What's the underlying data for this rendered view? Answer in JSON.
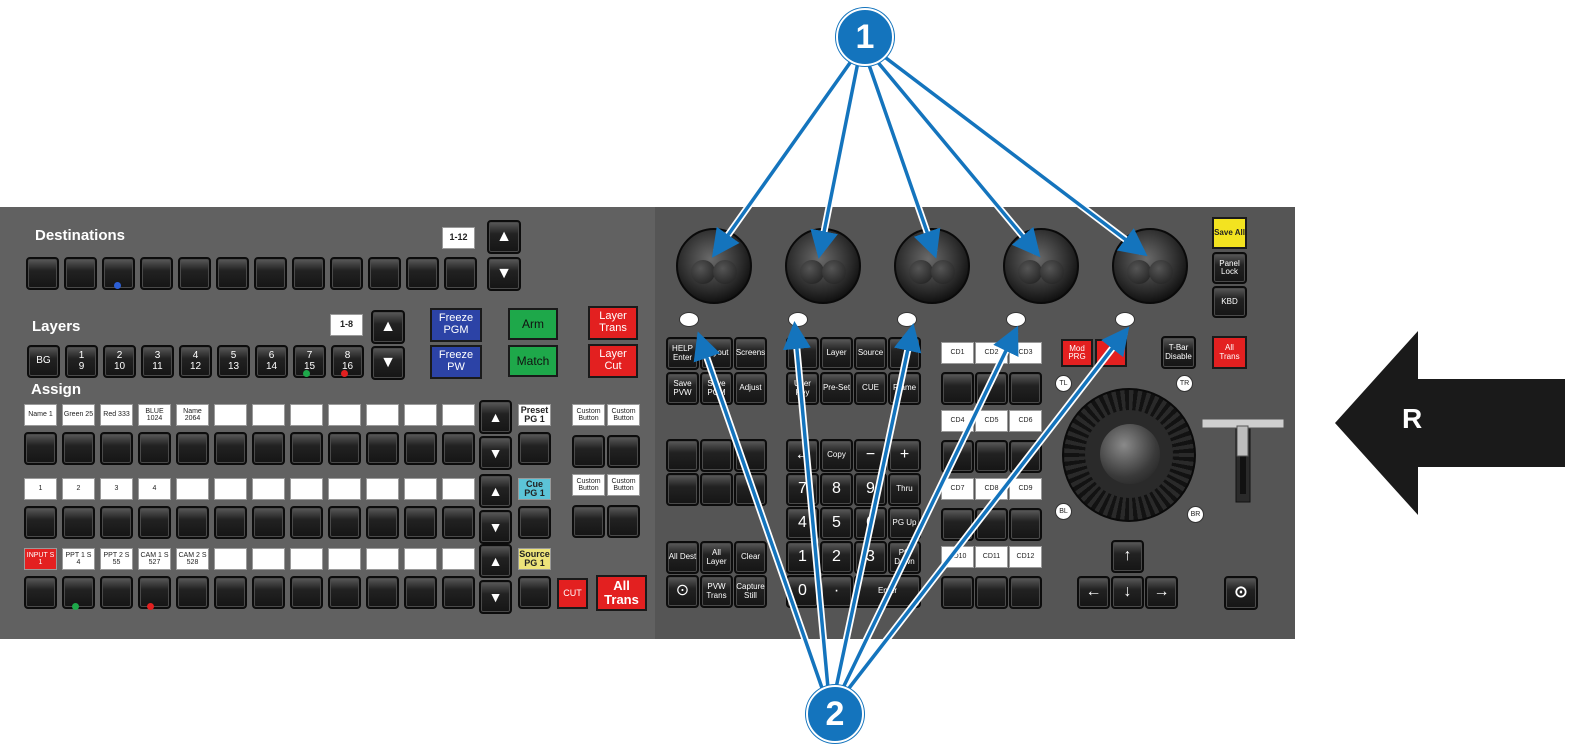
{
  "sections": {
    "destinations": "Destinations",
    "layers": "Layers",
    "assign": "Assign"
  },
  "destinations": {
    "page_indicator": "1-12"
  },
  "layers": {
    "page_indicator": "1-8",
    "keys": [
      {
        "top": "BG",
        "bottom": ""
      },
      {
        "top": "1",
        "bottom": "9"
      },
      {
        "top": "2",
        "bottom": "10"
      },
      {
        "top": "3",
        "bottom": "11"
      },
      {
        "top": "4",
        "bottom": "12"
      },
      {
        "top": "5",
        "bottom": "13"
      },
      {
        "top": "6",
        "bottom": "14"
      },
      {
        "top": "7",
        "bottom": "15"
      },
      {
        "top": "8",
        "bottom": "16"
      }
    ]
  },
  "transition_buttons": {
    "freeze_pgm": "Freeze PGM",
    "freeze_pw": "Freeze PW",
    "arm": "Arm",
    "match": "Match",
    "layer_trans": "Layer Trans",
    "layer_cut": "Layer Cut"
  },
  "assign": {
    "row1_labels": [
      "Name 1",
      "Green 25",
      "Red 333",
      "BLUE 1024",
      "Name 2064",
      "",
      "",
      "",
      "",
      "",
      "",
      ""
    ],
    "row1_page": "Preset PG 1",
    "row2_labels": [
      "1",
      "2",
      "3",
      "4",
      "",
      "",
      "",
      "",
      "",
      "",
      "",
      ""
    ],
    "row2_page": "Cue PG 1",
    "row3_labels": [
      "INPUT S 1",
      "PPT 1 S 4",
      "PPT 2 S 55",
      "CAM 1 S 527",
      "CAM 2 S 528",
      "",
      "",
      "",
      "",
      "",
      "",
      ""
    ],
    "row3_page": "Source PG 1",
    "custom_buttons": [
      "Custom Button",
      "Custom Button",
      "Custom Button",
      "Custom Button"
    ],
    "cut": "CUT",
    "all_trans": "All Trans"
  },
  "right_panel": {
    "func_keys": [
      "HELP Enter",
      "Layout",
      "Screens",
      "Save PVW",
      "Save PGM",
      "Adjust"
    ],
    "menu_keys": [
      "",
      "Layer",
      "Source",
      "User Key",
      "Pre-Set",
      "CUE",
      "Frame"
    ],
    "cd_labels": [
      "CD1",
      "CD2",
      "CD3",
      "CD4",
      "CD5",
      "CD6",
      "CD7",
      "CD8",
      "CD9",
      "CD10",
      "CD11",
      "CD12"
    ],
    "bottom_keys": [
      "All Dest",
      "All Layer",
      "Clear",
      "",
      "PVW Trans",
      "Capture Still"
    ],
    "keypad": [
      "←",
      "Copy",
      "−",
      "+",
      "7",
      "8",
      "9",
      "Thru",
      "4",
      "5",
      "6",
      "PG Up",
      "1",
      "2",
      "3",
      "PG Down",
      "0",
      "·",
      "Enter"
    ],
    "mod_prg": "Mod PRG",
    "tbar_disable": "T-Bar Disable",
    "save_all": "Save All",
    "panel_lock": "Panel Lock",
    "kbd": "KBD",
    "all_trans": "All Trans",
    "corners": [
      "TL",
      "TR",
      "BL",
      "BR"
    ]
  },
  "callouts": {
    "one": "1",
    "two": "2",
    "side": "R"
  },
  "colors": {
    "callout_blue": "#1474bd",
    "panel_left": "#616161",
    "panel_right": "#555555",
    "red": "#e32020",
    "green": "#1ea84a",
    "blue": "#2c43a6",
    "yellow": "#f3e320",
    "cyan": "#5cc4d8"
  }
}
